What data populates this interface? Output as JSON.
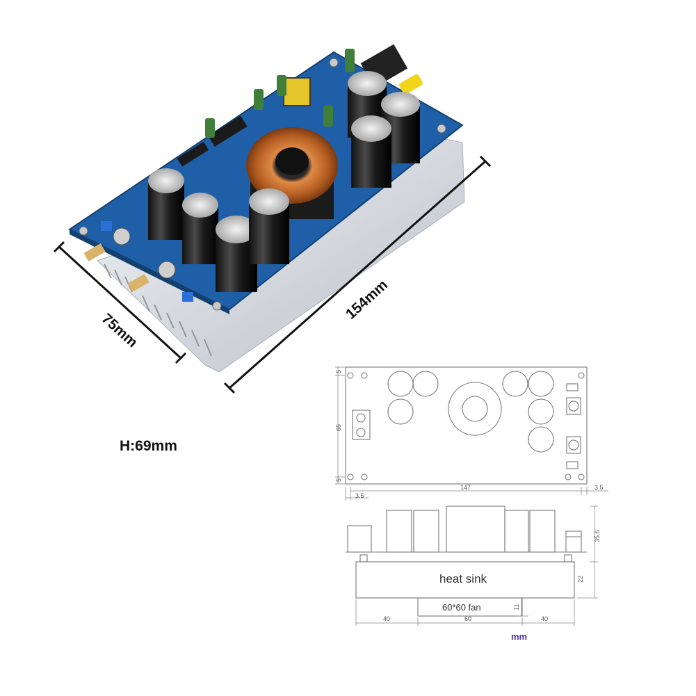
{
  "photo": {
    "width_label": "75mm",
    "length_label": "154mm",
    "height_label": "H:69mm",
    "board_color": "#1e5fa8",
    "heatsink_color": "#d9dde3",
    "coil_color": "#c26a2c",
    "fuse_color": "#f2d51a"
  },
  "top_view": {
    "dim_height_total": "65",
    "dim_top_margin": "5",
    "dim_bottom_margin": "5",
    "dim_length": "147",
    "dim_left_offset": "3.5",
    "dim_right_offset": "3.5"
  },
  "side_view": {
    "heatsink_label": "heat sink",
    "fan_label": "60*60 fan",
    "dim_component_height": "35.6",
    "dim_heatsink_height": "22",
    "dim_fan_height": "11",
    "dim_left": "40",
    "dim_center": "60",
    "dim_right": "40",
    "unit_label": "mm"
  }
}
